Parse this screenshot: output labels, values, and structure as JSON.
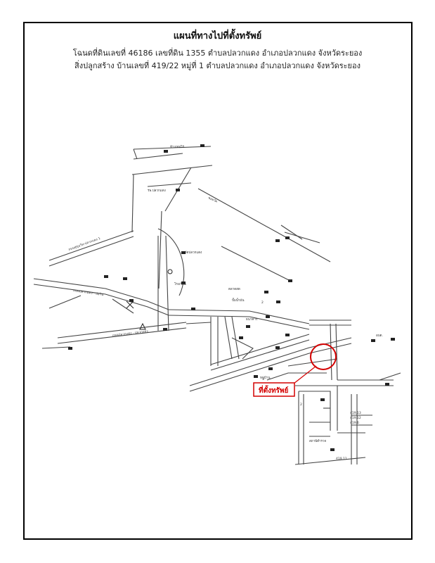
{
  "document": {
    "title": "แผนที่ทางไปที่ตั้งทรัพย์",
    "line1": "โฉนดที่ดินเลขที่ 46186 เลขที่ดิน 1355 ตำบลปลวกแดง อำเภอปลวกแดง จังหวัดระยอง",
    "line2": "สิ่งปลูกสร้าง บ้านเลขที่ 419/22 หมู่ที่ 1 ตำบลปลวกแดง อำเภอปลวกแดง จังหวัดระยอง"
  },
  "map": {
    "target_label": "ที่ตั้งทรัพย์",
    "highlight_color": "#d40000",
    "road_labels": {
      "r1": "ถนนสุขุมวิท-ปลวกแดง 1",
      "r2": "ถนนปลวกแดง - บ่อวิน",
      "r3": "ถนนปลวกแดง - ปลวกแดง",
      "r4": "ซอยวัด"
    },
    "place_labels": {
      "p1": "ห้างเทสโก้",
      "p2": "รพ.ปลวกแดง",
      "p3": "วัดปลวกแดง",
      "p4": "โรงเรียน",
      "p5": "ตลาดสด",
      "p6": "ปั๊มน้ำมัน",
      "p7": "ธนาคาร",
      "p8": "หมู่บ้าน",
      "p9": "อบต.",
      "p10": "สถานีตำรวจ"
    },
    "numbers": {
      "n1": "2",
      "n2": "3",
      "n3": "2",
      "n4": "419.13",
      "n5": "419.12",
      "n6": "419.6",
      "n7": "419.11"
    }
  }
}
